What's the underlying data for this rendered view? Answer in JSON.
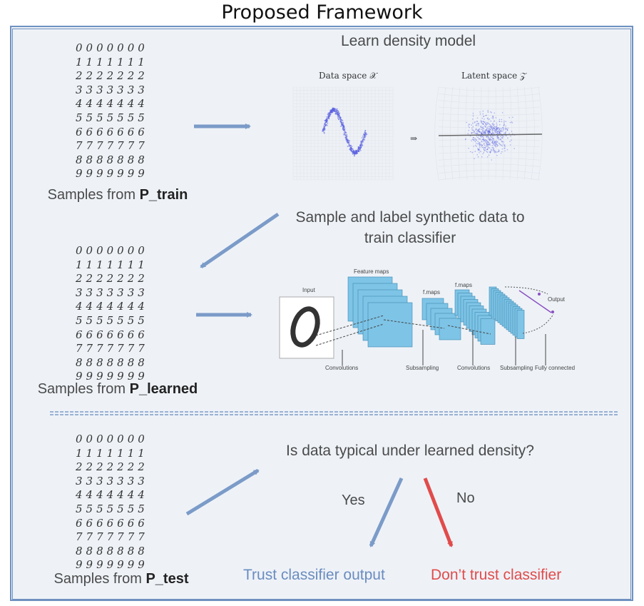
{
  "title": "Proposed Framework",
  "section1": {
    "heading": "Learn density model",
    "caption_prefix": "Samples from ",
    "caption_bold": "P_train",
    "data_space_label": "Data space 𝒳",
    "latent_space_label": "Latent space 𝒵",
    "arrow_symbol": "⇒"
  },
  "section2": {
    "heading_line1": "Sample and label synthetic data to",
    "heading_line2": "train classifier",
    "caption_prefix": "Samples from ",
    "caption_bold": "P_learned",
    "cnn": {
      "input": "Input",
      "feature_maps": "Feature maps",
      "fmaps1": "f.maps",
      "fmaps2": "f.maps",
      "output": "Output",
      "conv1": "Convolutions",
      "subsampling1": "Subsampling",
      "conv2": "Convolutions",
      "subsampling2": "Subsampling",
      "fully_connected": "Fully connected"
    }
  },
  "section3": {
    "question": "Is data typical under learned density?",
    "yes": "Yes",
    "no": "No",
    "trust": "Trust classifier output",
    "no_trust": "Don’t trust classifier",
    "caption_prefix": "Samples from ",
    "caption_bold": "P_test"
  },
  "digit_grids": {
    "train": [
      "0000000",
      "1111111",
      "2222222",
      "3333333",
      "4444444",
      "5555555",
      "6666666",
      "7777777",
      "8888888",
      "9999999"
    ],
    "learned": [
      "0000000",
      "1111111",
      "2222222",
      "3333333",
      "4444444",
      "5555555",
      "6666666",
      "7777777",
      "8888888",
      "9999999"
    ],
    "test": [
      "0000000",
      "1111111",
      "2222222",
      "3333333",
      "4444444",
      "5555555",
      "6666666",
      "7777777",
      "8888888",
      "9999999"
    ]
  },
  "colors": {
    "frame_border": "#6e91c0",
    "frame_fill": "#eef2f7",
    "arrow_blue": "#7b9bc8",
    "arrow_red": "#e14b4b",
    "scatter": "#5b63e0",
    "cnn_blue": "#7ec4e6",
    "output_line": "#8a4fc2"
  }
}
